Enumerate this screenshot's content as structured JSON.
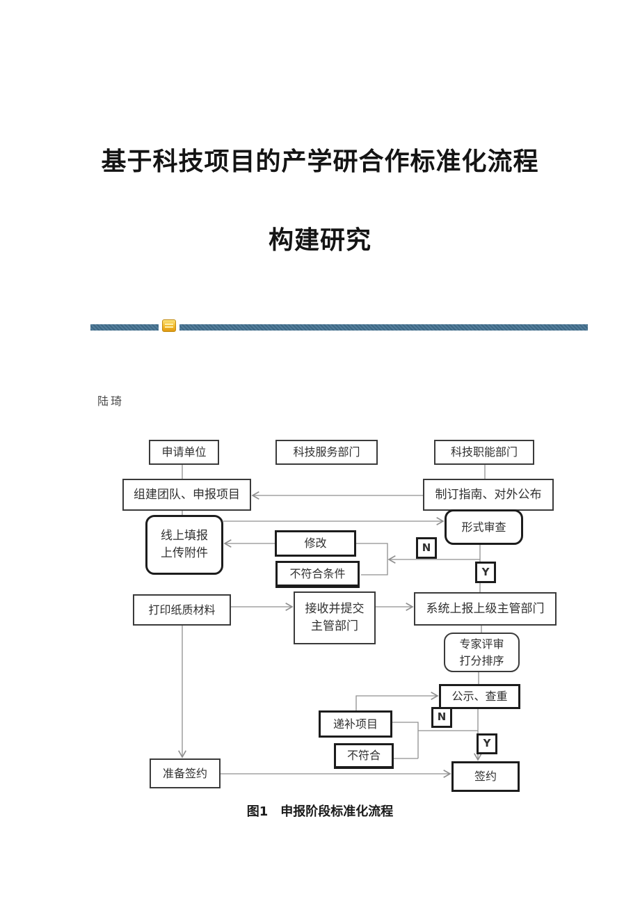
{
  "title": {
    "line1": "基于科技项目的产学研合作标准化流程",
    "line2": "构建研究"
  },
  "author": "陆琦",
  "divider": {
    "color": "#47718e",
    "icon": "envelope-icon",
    "icon_color": "#f2b929"
  },
  "flowchart": {
    "caption": "图1　申报阶段标准化流程",
    "line_color": "#8f8f8f",
    "nodes": {
      "apply_unit": {
        "label": "申请单位"
      },
      "sci_service_dept": {
        "label": "科技服务部门"
      },
      "sci_function_dept": {
        "label": "科技职能部门"
      },
      "form_team": {
        "label": "组建团队、申报项目"
      },
      "make_guide": {
        "label": "制订指南、对外公布"
      },
      "online_fill": {
        "line1": "线上填报",
        "line2": "上传附件"
      },
      "format_review": {
        "label": "形式审查"
      },
      "modify": {
        "label": "修改"
      },
      "not_meet_condition": {
        "label": "不符合条件"
      },
      "branch_n1": {
        "label": "N"
      },
      "branch_y1": {
        "label": "Y"
      },
      "print_paper": {
        "label": "打印纸质材料"
      },
      "receive_submit": {
        "line1": "接收并提交",
        "line2": "主管部门"
      },
      "system_report": {
        "label": "系统上报上级主管部门"
      },
      "expert_review": {
        "line1": "专家评审",
        "line2": "打分排序"
      },
      "publicity_check": {
        "label": "公示、查重"
      },
      "supplement_project": {
        "label": "递补项目"
      },
      "not_meet": {
        "label": "不符合"
      },
      "branch_n2": {
        "label": "N"
      },
      "branch_y2": {
        "label": "Y"
      },
      "prepare_sign": {
        "label": "准备签约"
      },
      "sign": {
        "label": "签约"
      }
    }
  }
}
